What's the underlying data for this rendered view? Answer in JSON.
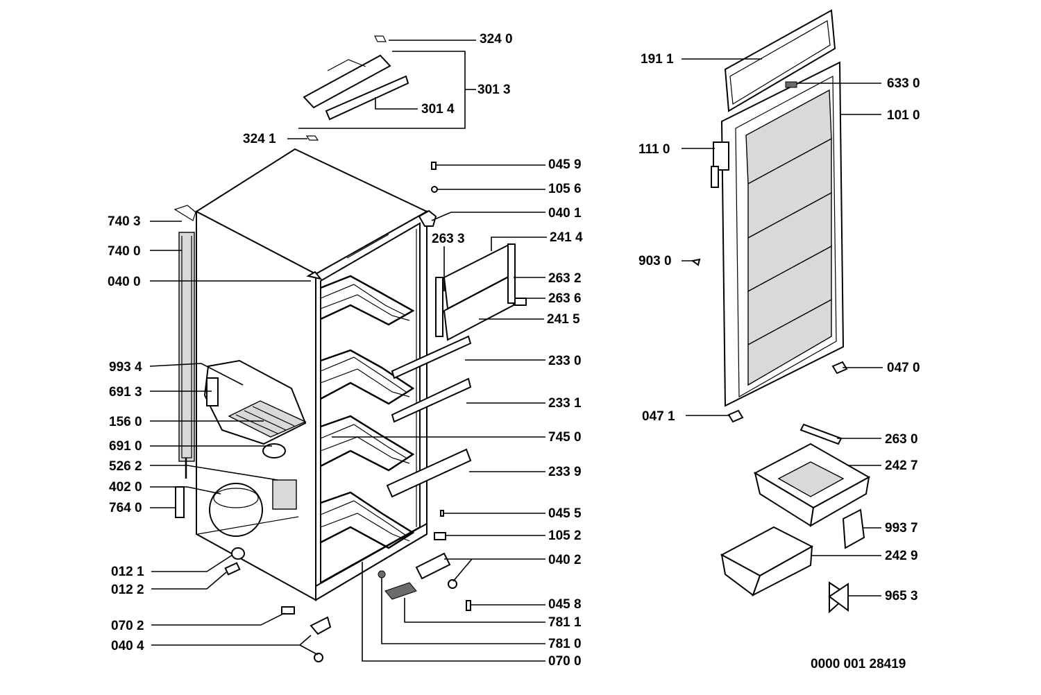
{
  "diagram": {
    "reference_code": "0000 001 28419",
    "part_labels": [
      "324 0",
      "301 3",
      "301 4",
      "324 1",
      "045 9",
      "105 6",
      "040 1",
      "263 3",
      "241 4",
      "263 2",
      "263 6",
      "241 5",
      "740 3",
      "740 0",
      "040 0",
      "233 0",
      "233 1",
      "745 0",
      "233 9",
      "993 4",
      "691 3",
      "156 0",
      "691 0",
      "526 2",
      "402 0",
      "764 0",
      "045 5",
      "105 2",
      "040 2",
      "045 8",
      "781 1",
      "781 0",
      "070 0",
      "012 1",
      "012 2",
      "070 2",
      "040 4",
      "191 1",
      "633 0",
      "101 0",
      "111 0",
      "903 0",
      "047 0",
      "047 1",
      "263 0",
      "242 7",
      "993 7",
      "242 9",
      "965 3"
    ]
  }
}
